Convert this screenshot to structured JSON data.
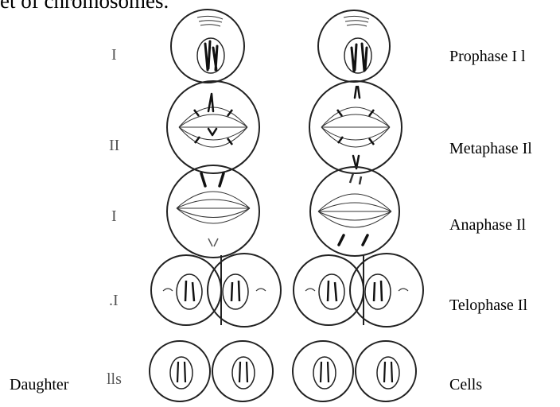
{
  "top_text": "et of chromosomes.",
  "stage_labels": [
    "Prophase I l",
    "Metaphase Il",
    "Anaphase Il",
    "Telophase Il",
    "Cells"
  ],
  "left_fragments": [
    "I",
    "II",
    "I",
    ".I",
    "lls"
  ],
  "daughter_label": "Daughter"
}
